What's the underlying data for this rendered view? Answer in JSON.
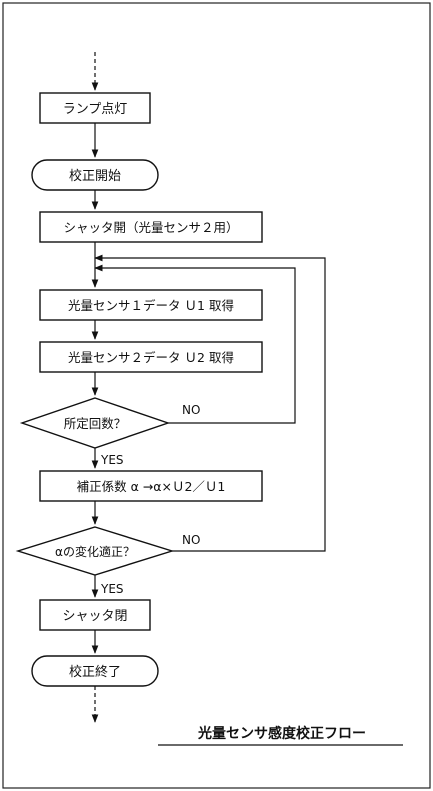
{
  "diagram": {
    "caption": "光量センサ感度校正フロー",
    "nodes": {
      "lamp_on": "ランプ点灯",
      "calib_start": "校正開始",
      "shutter_open": "シャッタ開（光量センサ２用）",
      "get_u1": "光量センサ１データ Ｕ1 取得",
      "get_u2": "光量センサ２データ Ｕ2 取得",
      "count_check": "所定回数？",
      "correct_coef": "補正係数 α →α×Ｕ2／Ｕ1",
      "alpha_check": "αの変化適正？",
      "shutter_close": "シャッタ閉",
      "calib_end": "校正終了"
    },
    "edge_labels": {
      "count_no": "NO",
      "count_yes": "YES",
      "alpha_no": "NO",
      "alpha_yes": "YES"
    }
  }
}
